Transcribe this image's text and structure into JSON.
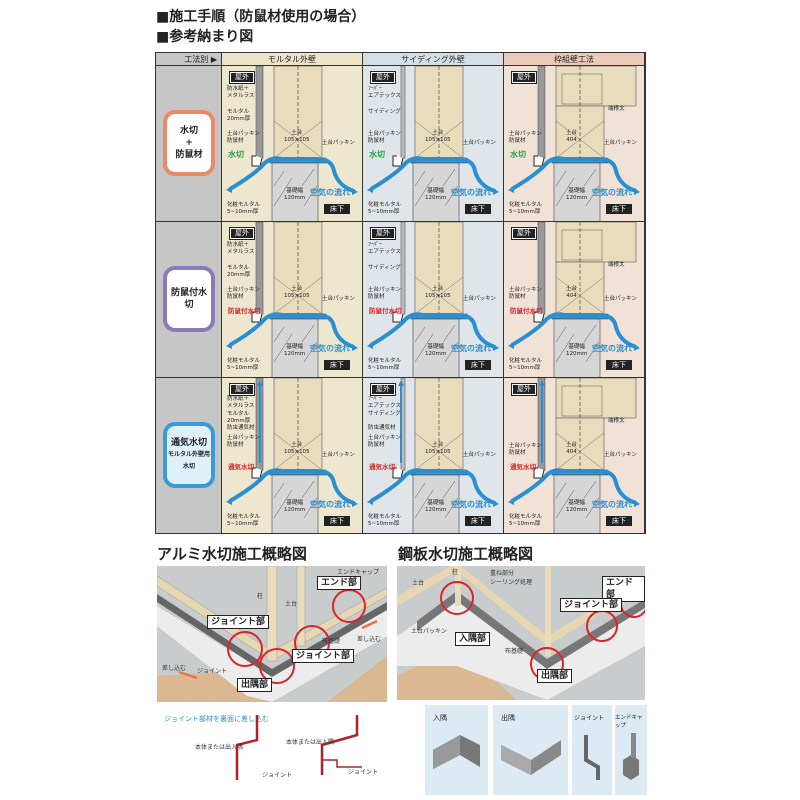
{
  "headings": {
    "procedure": "■施工手順（防鼠材使用の場合）",
    "reference": "■参考納まり図"
  },
  "table": {
    "method_label": "工法別 ▶",
    "columns": [
      {
        "label": "モルタル外壁",
        "bg": "#ebe4c6",
        "cell_bg": "#ede7d0"
      },
      {
        "label": "サイディング外壁",
        "bg": "#d5dee4",
        "cell_bg": "#dfe5e8"
      },
      {
        "label": "枠組壁工法",
        "bg": "#ecc9b9",
        "cell_bg": "#f1e2d8"
      }
    ],
    "rows": [
      {
        "label_lines": [
          "水切",
          "+",
          "防鼠材"
        ],
        "border": "#e88a6a",
        "tag": "水切",
        "tag_color": "#2aa04a"
      },
      {
        "label_lines": [
          "防鼠付水切"
        ],
        "border": "#8a7ab8",
        "tag": "防鼠付水切",
        "tag_color": "#d8252b"
      },
      {
        "label_lines": [
          "通気水切",
          "モルタル外壁用水切"
        ],
        "border": "#3a9ad8",
        "tag": "通気水切",
        "tag_color": "#d8252b"
      }
    ],
    "cell_labels": {
      "outdoor": "屋外",
      "col_left": [
        [
          "防水紙＋\nメタルラス",
          "モルタル\n20mm厚",
          "土台パッキン\n防鼠材"
        ],
        [
          "ﾌｰﾊﾟｰ\nエアテックス",
          "サイディング",
          "土台パッキン\n防鼠材"
        ],
        [
          "",
          "",
          "土台パッキン\n防鼠材"
        ]
      ],
      "row3_extra": [
        "防虫通気材",
        "防虫通気材",
        ""
      ],
      "sill": [
        "土台\n105×105",
        "土台\n105×105",
        "土台\n404"
      ],
      "joist": "端根太",
      "packing": "土台パッキン",
      "foundation": "基礎幅\n120mm",
      "finish": "化粧モルタル\n5~10mm厚",
      "air": "空気の流れ",
      "underfloor": "床下"
    }
  },
  "alum": {
    "title": "アルミ水切施工概略図",
    "labels": {
      "end": "エンド部",
      "joint1": "ジョイント部",
      "joint2": "ジョイント部",
      "corner_out": "出隅部"
    },
    "small": {
      "end_cap": "エンドキャップ",
      "pillar": "柱",
      "sill": "土台",
      "foundation": "布基礎",
      "insert1": "差し込む",
      "insert2": "差し込む",
      "joint": "ジョイント"
    },
    "note": "ジョイント部材を裏面に差し込む",
    "sections": [
      {
        "body": "本体または出入隅",
        "joint": "ジョイント"
      },
      {
        "body": "本体または出入隅",
        "joint": "ジョイント"
      }
    ]
  },
  "steel": {
    "title": "鋼板水切施工概略図",
    "labels": {
      "end": "エンド部",
      "joint": "ジョイント部",
      "corner_in": "入隅部",
      "corner_out": "出隅部"
    },
    "small": {
      "pillar": "柱",
      "sill": "土台",
      "overlap": "重ね部分\nシーリング処理",
      "packing": "土台パッキン",
      "foundation": "布基礎"
    },
    "pieces": [
      "入隅",
      "出隅",
      "ジョイント",
      "エンドキャップ"
    ]
  },
  "colors": {
    "air": "#2a8fd0",
    "circle": "#d8252b",
    "packing": "#3b8fd0"
  }
}
